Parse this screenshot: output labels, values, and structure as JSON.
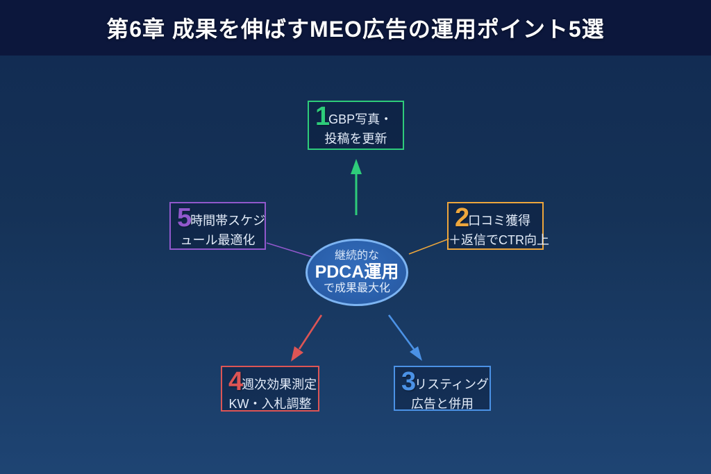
{
  "header": {
    "title": "第6章 成果を伸ばすMEO広告の運用ポイント5選"
  },
  "center": {
    "line1": "継続的な",
    "line2": "PDCA運用",
    "line3": "で成果最大化",
    "fill": "#2b61ad",
    "border_color": "#7db4f2"
  },
  "points": [
    {
      "number": "1",
      "line1": "GBP写真・",
      "line2": "投稿を更新",
      "color": "#2ecc7a"
    },
    {
      "number": "2",
      "line1": "口コミ獲得",
      "line2": "＋返信でCTR向上",
      "color": "#eda63c"
    },
    {
      "number": "3",
      "line1": "リスティング",
      "line2": "広告と併用",
      "color": "#4b92e6"
    },
    {
      "number": "4",
      "line1": "週次効果測定",
      "line2": "KW・入札調整",
      "color": "#dd5555"
    },
    {
      "number": "5",
      "line1": "時間帯スケジ",
      "line2": "ュール最適化",
      "color": "#9158cc"
    }
  ],
  "connectors": [
    {
      "to": "point-1",
      "style": "arrow",
      "color": "#2ecc7a"
    },
    {
      "to": "point-2",
      "style": "line",
      "color": "#eda63c"
    },
    {
      "to": "point-3",
      "style": "arrow",
      "color": "#4b92e6"
    },
    {
      "to": "point-4",
      "style": "arrow",
      "color": "#dd5555"
    },
    {
      "to": "point-5",
      "style": "line",
      "color": "#9158cc"
    }
  ],
  "background": {
    "header": "#0c173c",
    "main_top": "#112a51",
    "main_bottom": "#1e4473"
  }
}
